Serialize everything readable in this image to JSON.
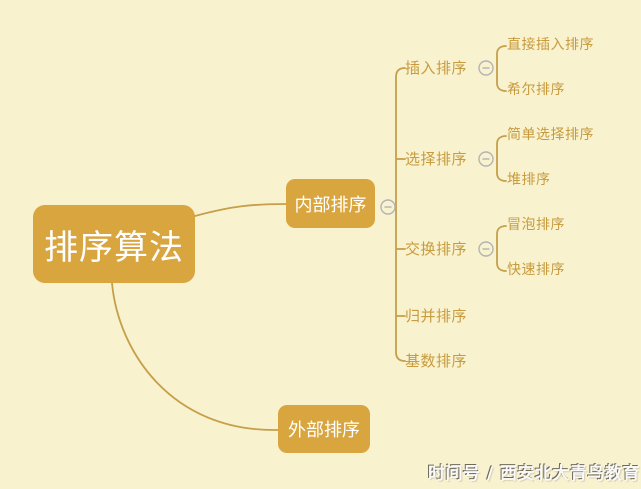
{
  "colors": {
    "background": "#F9F2CF",
    "node_fill": "#D9A53F",
    "node_text": "#FFFFFF",
    "branch_text": "#C79B3E",
    "connector_line": "#C59F4A",
    "collapse_icon": "#B3B3B3",
    "watermark_text": "#FFFFFF",
    "watermark_shadow": "#6F695A"
  },
  "root": {
    "label": "排序算法"
  },
  "level2": {
    "internal": {
      "label": "内部排序",
      "has_collapse_icon": true
    },
    "external": {
      "label": "外部排序",
      "has_collapse_icon": false
    }
  },
  "categories": [
    {
      "label": "插入排序",
      "has_collapse_icon": true
    },
    {
      "label": "选择排序",
      "has_collapse_icon": true
    },
    {
      "label": "交换排序",
      "has_collapse_icon": true
    },
    {
      "label": "归并排序",
      "has_collapse_icon": false
    },
    {
      "label": "基数排序",
      "has_collapse_icon": false
    }
  ],
  "leaves": [
    {
      "label": "直接插入排序",
      "parent": "插入排序"
    },
    {
      "label": "希尔排序",
      "parent": "插入排序"
    },
    {
      "label": "简单选择排序",
      "parent": "选择排序"
    },
    {
      "label": "堆排序",
      "parent": "选择排序"
    },
    {
      "label": "冒泡排序",
      "parent": "交换排序"
    },
    {
      "label": "快速排序",
      "parent": "交换排序"
    }
  ],
  "collapse_icon_glyph": "minus-in-circle",
  "watermark": {
    "text": "时间号 / 西安北大青鸟教育"
  }
}
